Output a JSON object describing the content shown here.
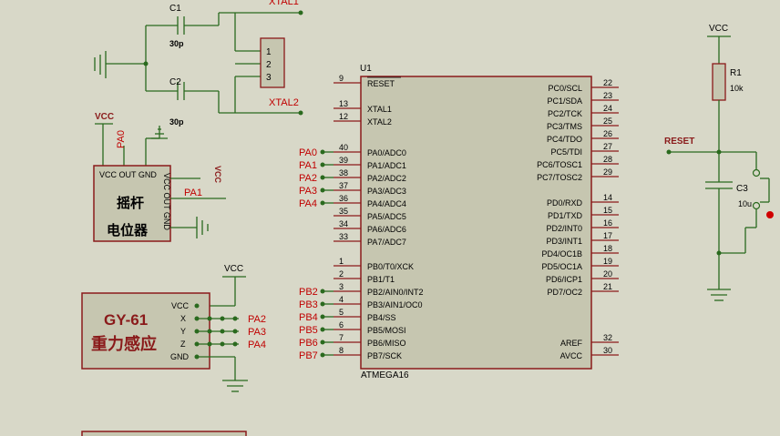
{
  "crystal": {
    "c1_label": "C1",
    "c1_value": "30p",
    "c2_label": "C2",
    "c2_value": "30p",
    "xtal1": "XTAL1",
    "xtal2": "XTAL2",
    "pins": [
      "1",
      "2",
      "3"
    ]
  },
  "mcu": {
    "ref": "U1",
    "part": "ATMEGA16",
    "left_pins": [
      {
        "num": "9",
        "name": "RESET"
      },
      {
        "num": "13",
        "name": "XTAL1"
      },
      {
        "num": "12",
        "name": "XTAL2"
      },
      {
        "num": "40",
        "name": "PA0/ADC0",
        "net": "PA0"
      },
      {
        "num": "39",
        "name": "PA1/ADC1",
        "net": "PA1"
      },
      {
        "num": "38",
        "name": "PA2/ADC2",
        "net": "PA2"
      },
      {
        "num": "37",
        "name": "PA3/ADC3",
        "net": "PA3"
      },
      {
        "num": "36",
        "name": "PA4/ADC4",
        "net": "PA4"
      },
      {
        "num": "35",
        "name": "PA5/ADC5"
      },
      {
        "num": "34",
        "name": "PA6/ADC6"
      },
      {
        "num": "33",
        "name": "PA7/ADC7"
      },
      {
        "num": "1",
        "name": "PB0/T0/XCK"
      },
      {
        "num": "2",
        "name": "PB1/T1"
      },
      {
        "num": "3",
        "name": "PB2/AIN0/INT2",
        "net": "PB2"
      },
      {
        "num": "4",
        "name": "PB3/AIN1/OC0",
        "net": "PB3"
      },
      {
        "num": "5",
        "name": "PB4/SS",
        "net": "PB4"
      },
      {
        "num": "6",
        "name": "PB5/MOSI",
        "net": "PB5"
      },
      {
        "num": "7",
        "name": "PB6/MISO",
        "net": "PB6"
      },
      {
        "num": "8",
        "name": "PB7/SCK",
        "net": "PB7"
      }
    ],
    "right_pins": [
      {
        "num": "22",
        "name": "PC0/SCL"
      },
      {
        "num": "23",
        "name": "PC1/SDA"
      },
      {
        "num": "24",
        "name": "PC2/TCK"
      },
      {
        "num": "25",
        "name": "PC3/TMS"
      },
      {
        "num": "26",
        "name": "PC4/TDO"
      },
      {
        "num": "27",
        "name": "PC5/TDI"
      },
      {
        "num": "28",
        "name": "PC6/TOSC1"
      },
      {
        "num": "29",
        "name": "PC7/TOSC2"
      },
      {
        "num": "14",
        "name": "PD0/RXD"
      },
      {
        "num": "15",
        "name": "PD1/TXD"
      },
      {
        "num": "16",
        "name": "PD2/INT0"
      },
      {
        "num": "17",
        "name": "PD3/INT1"
      },
      {
        "num": "18",
        "name": "PD4/OC1B"
      },
      {
        "num": "19",
        "name": "PD5/OC1A"
      },
      {
        "num": "20",
        "name": "PD6/ICP1"
      },
      {
        "num": "21",
        "name": "PD7/OC2"
      },
      {
        "num": "32",
        "name": "AREF"
      },
      {
        "num": "30",
        "name": "AVCC"
      }
    ]
  },
  "joystick": {
    "vcc": "VCC",
    "net_top": "PA0",
    "net_side": "PA1",
    "pin_text": "VCC OUT GND",
    "pin_text_rot": "VCC OUT GND",
    "side_label": "VCC",
    "name1": "摇杆",
    "name2": "电位器"
  },
  "gy61": {
    "vcc": "VCC",
    "title": "GY-61",
    "subtitle": "重力感应",
    "pins": [
      "VCC",
      "X",
      "Y",
      "Z",
      "GND"
    ],
    "nets": [
      "PA2",
      "PA3",
      "PA4"
    ]
  },
  "reset": {
    "vcc": "VCC",
    "r_label": "R1",
    "r_value": "10k",
    "c_label": "C3",
    "c_value": "10u",
    "net": "RESET"
  }
}
